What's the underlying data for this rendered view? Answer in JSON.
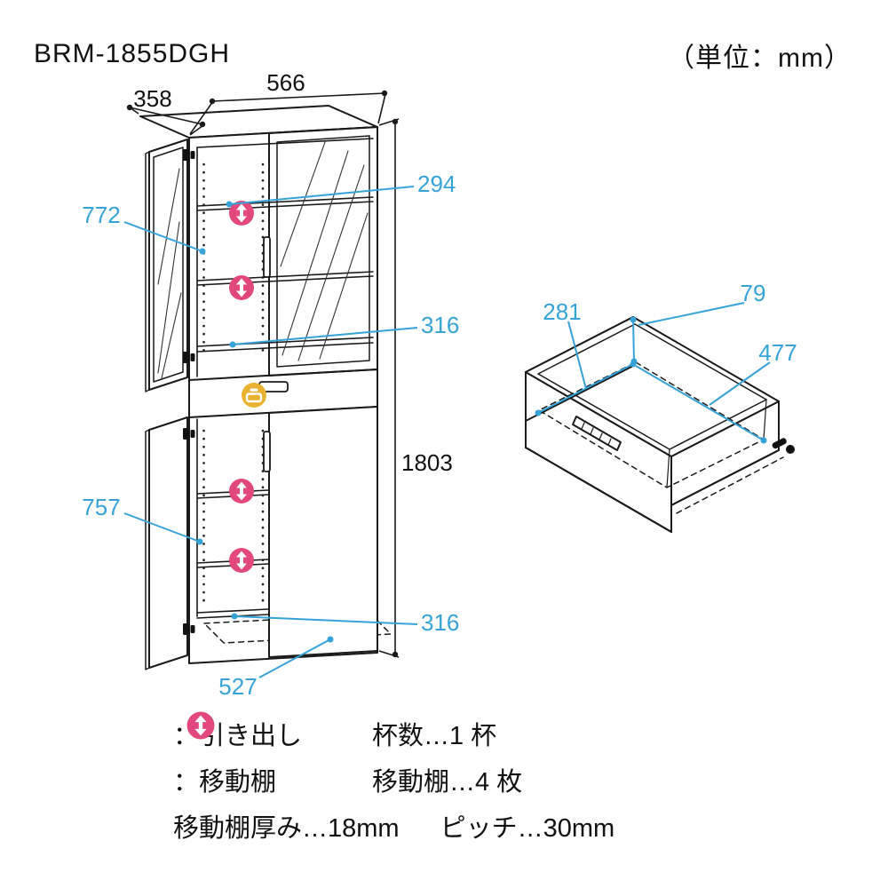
{
  "header": {
    "model": "BRM-1855DGH",
    "unit": "（単位：mm）"
  },
  "colors": {
    "dimension_accent": "#36a3d8",
    "shelf_marker": "#e2477e",
    "drawer_marker": "#e9b230",
    "line": "#1a1a1a"
  },
  "icons": {
    "shelf": "up-down-arrow-circle",
    "drawer": "drawer-tray-circle"
  },
  "cabinet": {
    "dims": {
      "width": "566",
      "depth": "358",
      "height": "1803",
      "upper_glass_door": "772",
      "upper_top_space": "294",
      "upper_inner_width": "316",
      "lower_door": "757",
      "lower_inner_width": "316",
      "base_width": "527"
    }
  },
  "drawer": {
    "dims": {
      "inner_width": "281",
      "inner_height": "79",
      "inner_depth": "477"
    }
  },
  "legend": {
    "drawer_label": "：引き出し",
    "drawer_count": "杯数…1 杯",
    "shelf_label": "：移動棚",
    "shelf_count": "移動棚…4 枚",
    "note_thickness": "移動棚厚み…18mm",
    "note_pitch": "ピッチ…30mm"
  }
}
